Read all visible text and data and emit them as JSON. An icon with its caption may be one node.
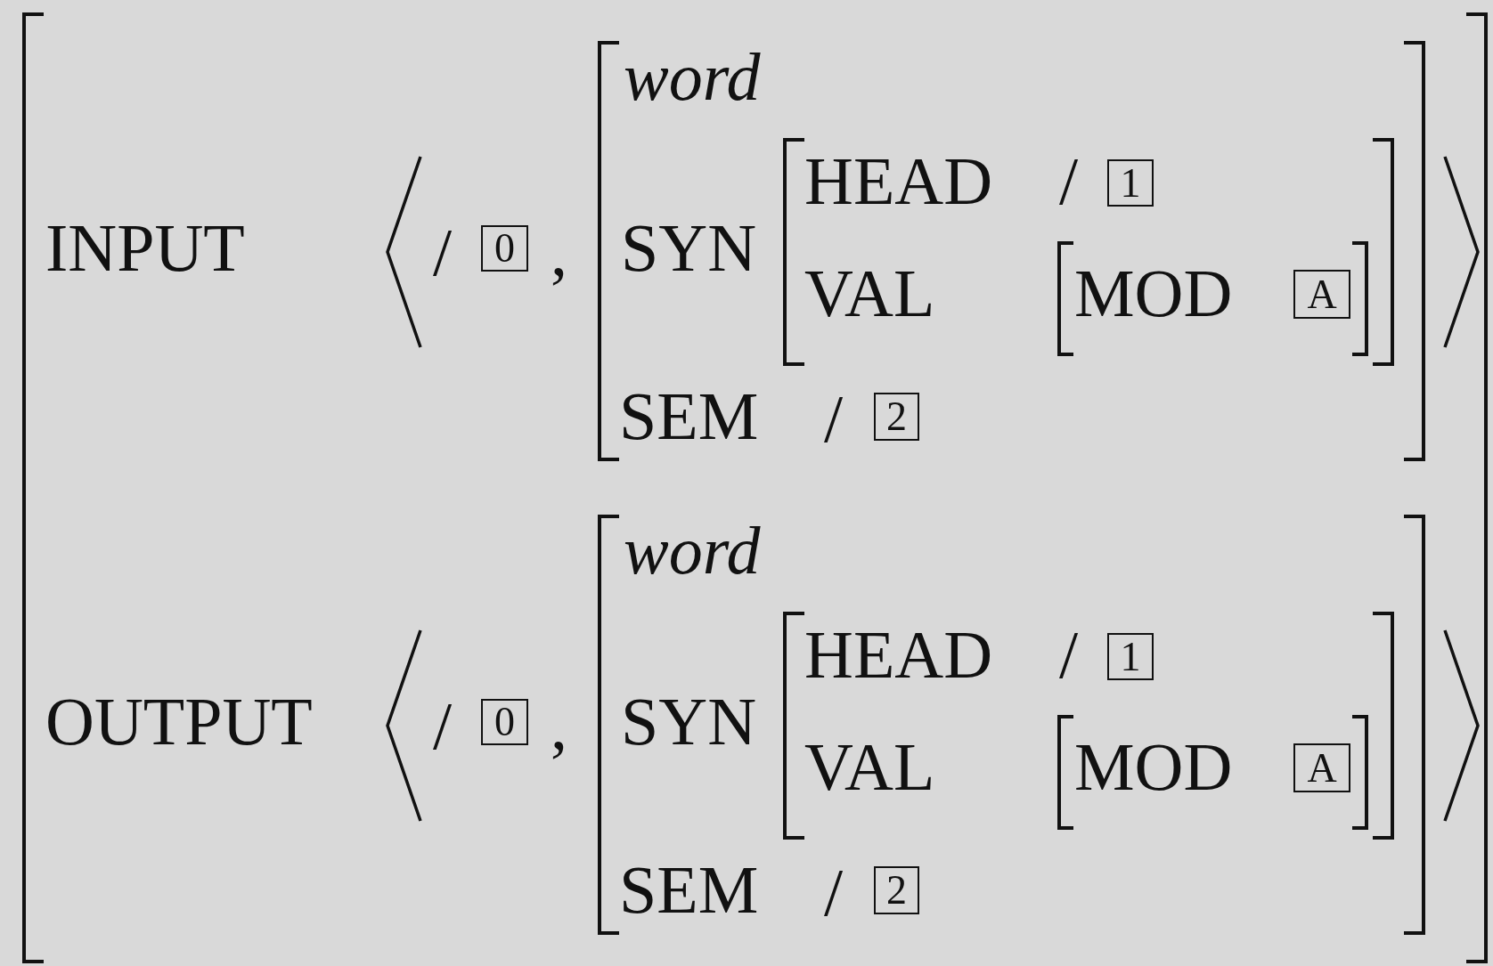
{
  "diagram": {
    "nodes": [
      {
        "text": [
          "0"
        ]
      },
      {
        "text": [
          "1"
        ]
      },
      {
        "text": [
          "A"
        ]
      },
      {
        "text": [
          "2"
        ]
      },
      {
        "text": [
          "0"
        ]
      },
      {
        "text": [
          "1"
        ]
      },
      {
        "text": [
          "A"
        ]
      },
      {
        "text": [
          "2"
        ]
      }
    ],
    "labels": [
      "INPUT",
      "/",
      ",",
      "word",
      "SYN",
      "HEAD",
      "/",
      "VAL",
      "MOD",
      "SEM",
      "/",
      "OUTPUT",
      "/",
      ",",
      "word",
      "SYN",
      "HEAD",
      "/",
      "VAL",
      "MOD",
      "SEM",
      "/"
    ]
  }
}
